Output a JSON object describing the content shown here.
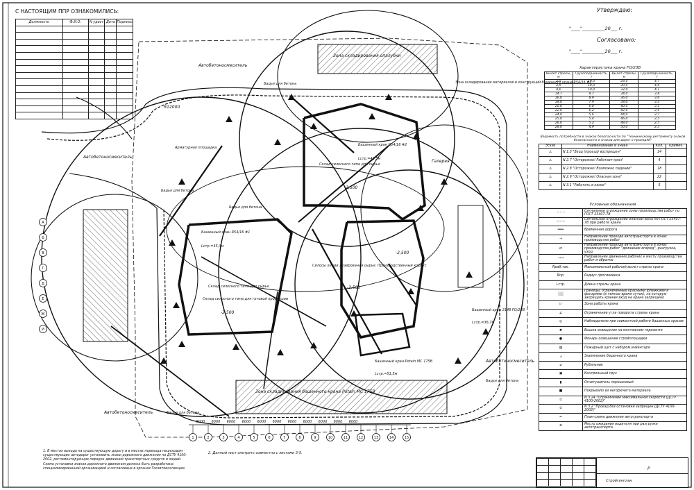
{
  "ack_block": {
    "title": "С НАСТОЯЩИМ ППР ОЗНАКОМИЛИСЬ:",
    "headers": [
      "Должность",
      "Ф.И.О.",
      "N удост",
      "Дата",
      "Подпись"
    ],
    "row_count": 14
  },
  "approval": {
    "approve_label": "Утверждаю:",
    "approve_line": "\"____\"__________20___ г.",
    "agree_label": "Согласовано:",
    "agree_line": "\"____\"__________20___ г."
  },
  "crane_table": {
    "title": "Характеристика крана FO/23B",
    "headers": [
      "Вылет стрелы, м",
      "Грузоподъемность, т",
      "Вылет стрелы, м",
      "Грузоподъемность, т"
    ],
    "rows": [
      [
        "2,5",
        "10,0",
        "28,0",
        "4,7"
      ],
      [
        "2,9",
        "10,0",
        "30,0",
        "4,4"
      ],
      [
        "8,6",
        "10,0",
        "32,0",
        "4,1"
      ],
      [
        "14,7",
        "9,7",
        "34,0",
        "3,8"
      ],
      [
        "16,0",
        "8,9",
        "36,0",
        "3,6"
      ],
      [
        "18,0",
        "7,9",
        "38,0",
        "3,3"
      ],
      [
        "20,0",
        "6,8",
        "40,0",
        "3,1"
      ],
      [
        "22,0",
        "6,2",
        "42,0",
        "2,9"
      ],
      [
        "24,0",
        "5,6",
        "44,0",
        "2,7"
      ],
      [
        "25,0",
        "5,4",
        "46,0",
        "2,5"
      ],
      [
        "26,0",
        "5,2",
        "48,0",
        "2,5"
      ],
      [
        "28,0",
        "4,9",
        "50,0",
        "2,3"
      ]
    ]
  },
  "signs_table": {
    "title": "Ведомость потребности в знаках безопасности по \"Техническому регламенту знаков безопасности и знаков для дорог о произдяй\"",
    "headers": [
      "Эскиз",
      "Наименование N знака",
      "Кол.",
      "Примеч."
    ],
    "rows": [
      {
        "name": "N 1.3 \"Вход (проезд) воспрещен\"",
        "qty": "14"
      },
      {
        "name": "N 2.7 \"Осторожно! Работает кран\"",
        "qty": "4"
      },
      {
        "name": "N 2.8 \"Осторожно! Возможно падение\"",
        "qty": "18"
      },
      {
        "name": "N 2.9 \"Осторожно! Опасная зона\"",
        "qty": "22"
      },
      {
        "name": "N 3.1 \"Работать в каске\"",
        "qty": "5"
      }
    ]
  },
  "legend": {
    "title": "Условные обозначения",
    "items": [
      {
        "symbol": "",
        "text": "Сигнальное ограждение зоны производства работ по ГОСТ 23407-78"
      },
      {
        "symbol": "",
        "text": "Сигнальное ограждение опасной зоны по ГОСТ 23407-78 при работе крана"
      },
      {
        "symbol": "",
        "text": "Временная дорога"
      },
      {
        "symbol": "",
        "text": "Направление проезда автотранспорта в зонах производства работ"
      },
      {
        "symbol": "",
        "text": "Направление проезда автотранспорта в зонах производства работ \"движение вперед\", разгрузка, уход"
      },
      {
        "symbol": "",
        "text": "Направление движения рабочих к месту производства работ и обратно"
      },
      {
        "symbol": "Rраб.так.",
        "text": "Максимальный рабочий вылет стрелы крана"
      },
      {
        "symbol": "Rпр.",
        "text": "Радиус противовеса"
      },
      {
        "symbol": "Lстр.",
        "text": "Длина стрелы крана"
      },
      {
        "symbol": "",
        "text": "Границы, ограниченные красными флажками и фонарями (в темное время суток), на которую запрещать кранам вход на кране запрещено"
      },
      {
        "symbol": "",
        "text": "Зона работы крана"
      },
      {
        "symbol": "",
        "text": "Ограничение угла поворота стрелы крана"
      },
      {
        "symbol": "",
        "text": "Наблюдатели при совместной работе башенных кранов"
      },
      {
        "symbol": "",
        "text": "Вышка освещения на монтажном горизонте"
      },
      {
        "symbol": "",
        "text": "Фонарь освещения стройплощадки"
      },
      {
        "symbol": "",
        "text": "Пожарный щит с набором инвентаря"
      },
      {
        "symbol": "",
        "text": "Заземление башенного крана"
      },
      {
        "symbol": "",
        "text": "Рубильник"
      },
      {
        "symbol": "",
        "text": "Контрольный груз"
      },
      {
        "symbol": "",
        "text": "Огнетушитель порошковый"
      },
      {
        "symbol": "",
        "text": "Покрывало из негорючего материала"
      },
      {
        "symbol": "",
        "text": "N 3.24 \"Ограничение максимальной скорости (ДСТУ 4100-2002)\""
      },
      {
        "symbol": "",
        "text": "N 3.2 \"Проезд без остановки запрещен (ДСТУ 4100-2002)\""
      },
      {
        "symbol": "",
        "text": "План-схема движения автотранспорта"
      },
      {
        "symbol": "",
        "text": "Место ожидания водителя при разгрузке автотранспорта"
      }
    ]
  },
  "plan_labels": {
    "zone_top": "Зона складирования опалубки",
    "zone_bottom": "Зона складирования башенного крана Potain MC 175B",
    "mixer_1": "Автобетоносмеситель",
    "mixer_2": "Автобетоносмеситель",
    "mixer_3": "Автобетоносмеситель",
    "mixer_4": "Автобетоносмеситель",
    "bin_1": "Бадья для бетона",
    "bin_2": "Бадья для бетона",
    "bin_3": "Бадья для бетона",
    "bin_4": "Бадья для бетона",
    "bin_5": "Бадья для бетона",
    "rebar": "Арматурная площадка",
    "crane_1": "Башенный кран R54/16 #1",
    "crane_1_len": "Lстр.=45,3м",
    "crane_2": "Башенный кран R54/16 #2",
    "crane_2_len": "Lстр.=41,5м",
    "crane_3": "Башенный кран Potain MC 175B",
    "crane_3_len": "Lстр.=51,5м",
    "crane_4": "Башенный кран 2148 FO/23B",
    "crane_4_len": "Lстр.=36,7м",
    "warehouse_1": "Склад силосного типа для сырья",
    "warehouse_2": "Склад силосного типа для сырья",
    "warehouse_3": "Склад силосного типа для готовой продукции",
    "building": "Силосы линии дозирования сырья. Производственный корпус",
    "gallery": "Галерея",
    "radius_1": "R12000",
    "store_zone": "Зона складирования материалов и конструкций башенного крана R54/16 #2",
    "mark_1": "-2,500",
    "mark_2": "-2,500",
    "mark_3": "-2,500",
    "mark_4": "-2,500",
    "axis_dims": [
      "6000",
      "6000",
      "6000",
      "6000",
      "6000",
      "6000",
      "6000",
      "6000",
      "6000",
      "6000",
      "6000"
    ],
    "axis_numbers": [
      "1",
      "2",
      "3",
      "4",
      "5",
      "6",
      "7",
      "8",
      "9",
      "10",
      "11",
      "12",
      "13",
      "14",
      "15"
    ],
    "axis_letters": [
      "A",
      "Б",
      "В",
      "Г",
      "Д",
      "Е",
      "Ж",
      "И"
    ]
  },
  "notes": {
    "note_1": "1. В местах выхода на существующую дорогу и в местах перехода пешеходом существующих автодорог установить знаки дорожного движения по ДСТУ 4100-2002, регламентирующие порядок движения транспортных средств и людей.",
    "note_1b": "Схема установки знаков дорожного движения должна быть разработана специализированной организацией и согласована в органах Госавтоинспекции.",
    "note_2": "2. Данный лист смотреть совместно с листами 3-5."
  },
  "title_block": {
    "stage": "Р",
    "sheet_name": "Стройгенплан"
  },
  "colors": {
    "ink": "#111111",
    "hatch": "#222222",
    "paper": "#ffffff"
  }
}
